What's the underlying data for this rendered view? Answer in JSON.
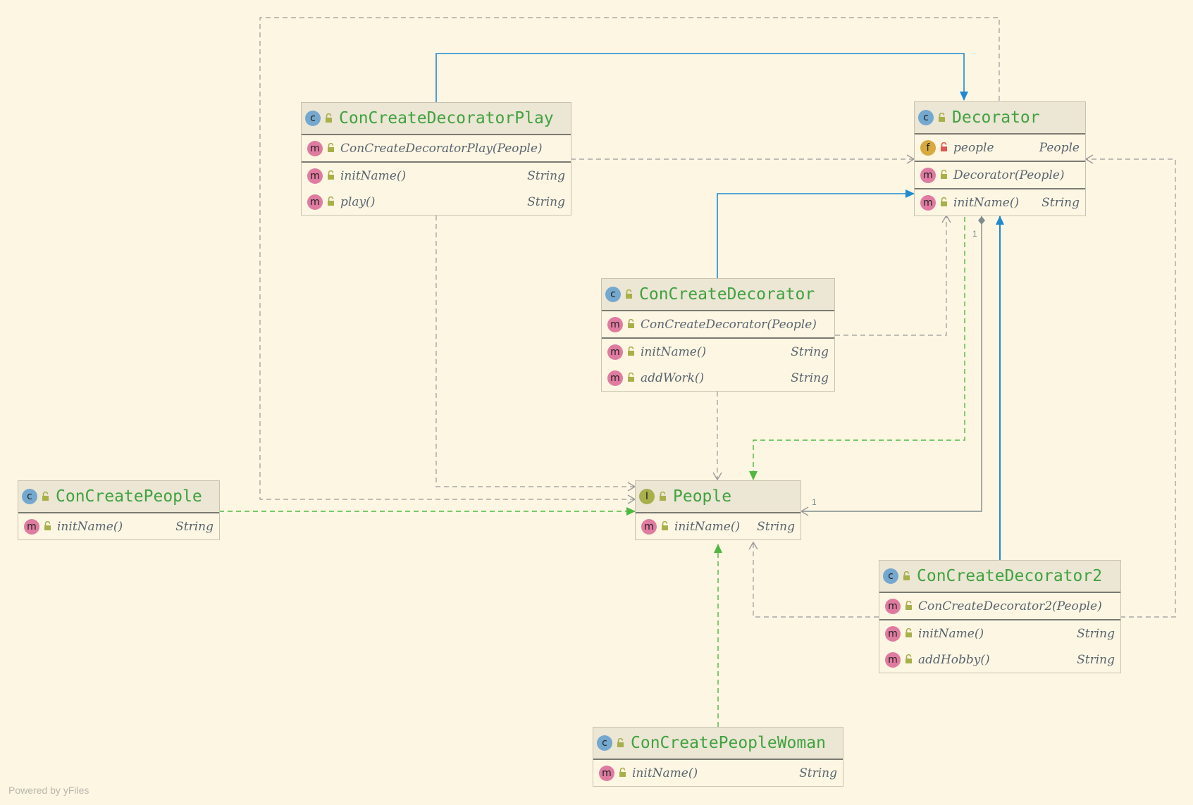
{
  "nodes": {
    "play": {
      "title": "ConCreateDecoratorPlay",
      "sections": [
        [
          {
            "kind": "m",
            "name": "ConCreateDecoratorPlay(People)",
            "type": ""
          }
        ],
        [
          {
            "kind": "m",
            "name": "initName()",
            "type": "String"
          },
          {
            "kind": "m",
            "name": "play()",
            "type": "String"
          }
        ]
      ]
    },
    "decorator": {
      "title": "Decorator",
      "sections": [
        [
          {
            "kind": "f",
            "name": "people",
            "type": "People"
          }
        ],
        [
          {
            "kind": "m",
            "name": "Decorator(People)",
            "type": ""
          }
        ],
        [
          {
            "kind": "m",
            "name": "initName()",
            "type": "String"
          }
        ]
      ]
    },
    "concrete": {
      "title": "ConCreateDecorator",
      "sections": [
        [
          {
            "kind": "m",
            "name": "ConCreateDecorator(People)",
            "type": ""
          }
        ],
        [
          {
            "kind": "m",
            "name": "initName()",
            "type": "String"
          },
          {
            "kind": "m",
            "name": "addWork()",
            "type": "String"
          }
        ]
      ]
    },
    "concpeople": {
      "title": "ConCreatePeople",
      "sections": [
        [
          {
            "kind": "m",
            "name": "initName()",
            "type": "String"
          }
        ]
      ]
    },
    "people": {
      "title": "People",
      "sections": [
        [
          {
            "kind": "m",
            "name": "initName()",
            "type": "String"
          }
        ]
      ]
    },
    "concrete2": {
      "title": "ConCreateDecorator2",
      "sections": [
        [
          {
            "kind": "m",
            "name": "ConCreateDecorator2(People)",
            "type": ""
          }
        ],
        [
          {
            "kind": "m",
            "name": "initName()",
            "type": "String"
          },
          {
            "kind": "m",
            "name": "addHobby()",
            "type": "String"
          }
        ]
      ]
    },
    "woman": {
      "title": "ConCreatePeopleWoman",
      "sections": [
        [
          {
            "kind": "m",
            "name": "initName()",
            "type": "String"
          }
        ]
      ]
    }
  },
  "badges": {
    "class": "c",
    "interface": "I",
    "method": "m",
    "field": "f"
  },
  "multiplicity": {
    "source": "1",
    "target": "1"
  },
  "credit": "Powered by yFiles",
  "colors": {
    "background": "#fdf6e3",
    "title": "#3fa23f",
    "inheritance": "#1f8ad2",
    "realization": "#4fb83f",
    "dependency": "#9a9a9a",
    "aggregation": "#7f8c8d"
  }
}
